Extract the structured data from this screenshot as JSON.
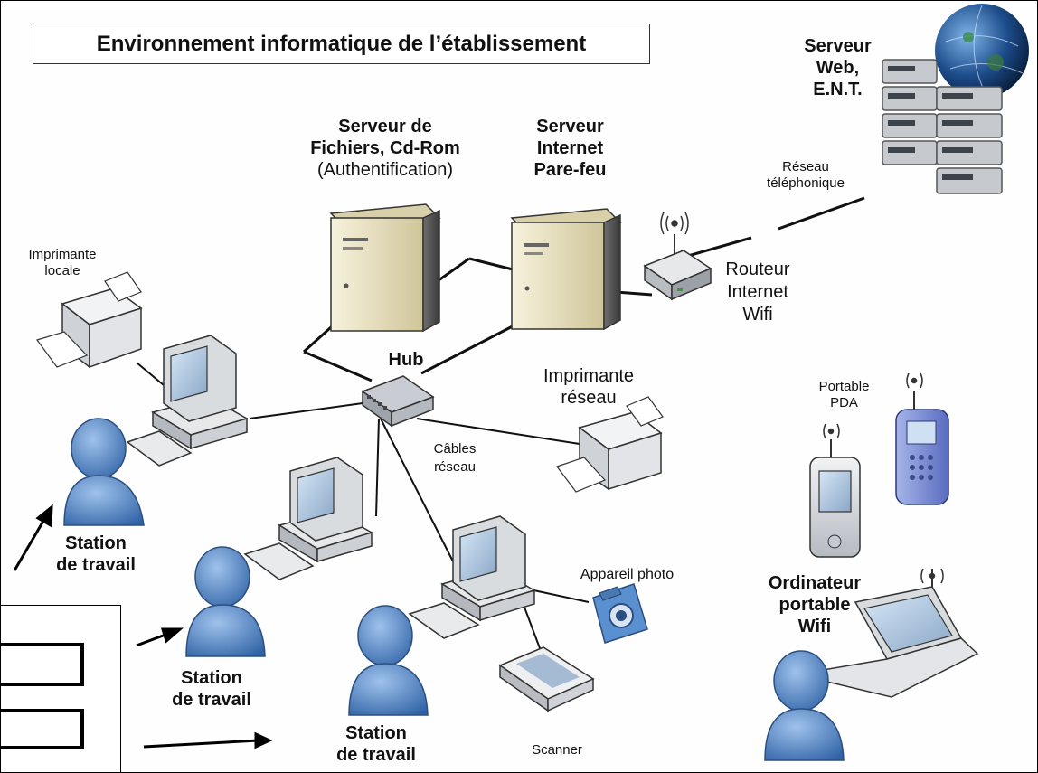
{
  "title": "Environnement informatique de l’établissement",
  "labels": {
    "srv_web": [
      "Serveur",
      "Web,",
      "E.N.T."
    ],
    "srv_fichiers": [
      "Serveur de",
      "Fichiers, Cd-Rom"
    ],
    "srv_fichiers_sub": "(Authentification)",
    "srv_internet": [
      "Serveur",
      "Internet",
      "Pare-feu"
    ],
    "reseau_tel": [
      "Réseau",
      "téléphonique"
    ],
    "routeur": [
      "Routeur",
      "Internet",
      "Wifi"
    ],
    "imprimante_locale": [
      "Imprimante",
      "locale"
    ],
    "hub": "Hub",
    "imprimante_reseau": [
      "Imprimante",
      "réseau"
    ],
    "cables": [
      "Câbles",
      "réseau"
    ],
    "portable_pda": [
      "Portable",
      "PDA"
    ],
    "appareil_photo": "Appareil photo",
    "ordinateur_portable": [
      "Ordinateur",
      "portable",
      "Wifi"
    ],
    "scanner": "Scanner",
    "station": [
      "Station",
      "de travail"
    ]
  },
  "colors": {
    "server_body": "#e9e2c2",
    "person_blue": "#4d84c4",
    "device_gray": "#c9cdd3",
    "line": "#111111"
  }
}
